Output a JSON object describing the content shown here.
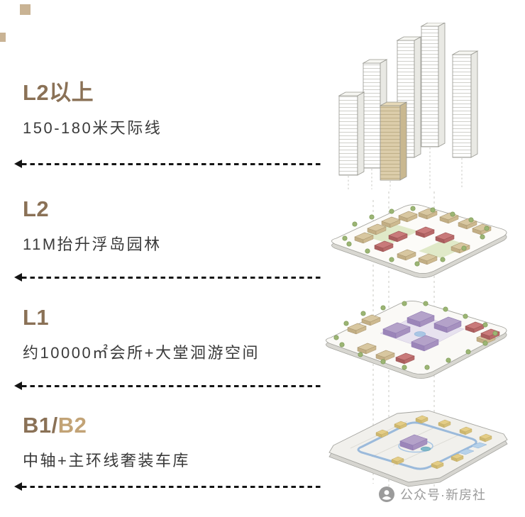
{
  "layers": [
    {
      "title": "L2以上",
      "subtitle": "150-180米天际线"
    },
    {
      "title": "L2",
      "subtitle": "11M抬升浮岛园林"
    },
    {
      "title": "L1",
      "subtitle": "约10000㎡会所+大堂洄游空间"
    },
    {
      "title_primary": "B1/",
      "title_secondary": "B2",
      "subtitle": "中轴+主环线奢装车库"
    }
  ],
  "watermark": {
    "text": "公众号·新房社"
  },
  "colors": {
    "heading_brown": "#8a7156",
    "heading_gold": "#c2a376",
    "body_text": "#3a3a3a",
    "arrow_black": "#141414",
    "watermark_gray": "#9b9b9b",
    "tower_tan": "#dccdaa",
    "garden_green": "#9cb574",
    "building_purple": "#b4a2c9",
    "building_red": "#c97a7a",
    "loop_blue": "#8cb0d8"
  }
}
